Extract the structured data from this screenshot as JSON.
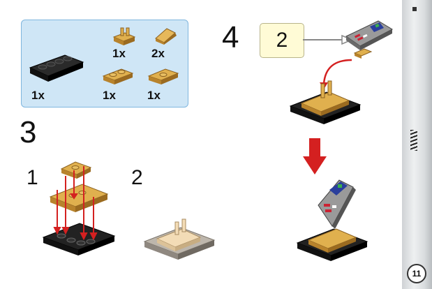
{
  "parts_panel": {
    "items": [
      {
        "part": "plate-2x4-black",
        "qty": "1x"
      },
      {
        "part": "clip-plate-tan",
        "qty": "1x"
      },
      {
        "part": "slope-tan",
        "qty": "2x"
      },
      {
        "part": "plate-1x2-tan",
        "qty": "1x"
      },
      {
        "part": "tile-jumper-tan",
        "qty": "1x"
      }
    ]
  },
  "steps": {
    "step3": {
      "number": "3",
      "sub1": "1",
      "sub2": "2"
    },
    "step4": {
      "number": "4",
      "callout": "2"
    }
  },
  "page": {
    "number": "11"
  },
  "colors": {
    "parts_bg": "#cfe6f6",
    "tan": "#d9a447",
    "black": "#111111",
    "arrow_red": "#d42020",
    "callout_bg": "#fffbd6"
  }
}
